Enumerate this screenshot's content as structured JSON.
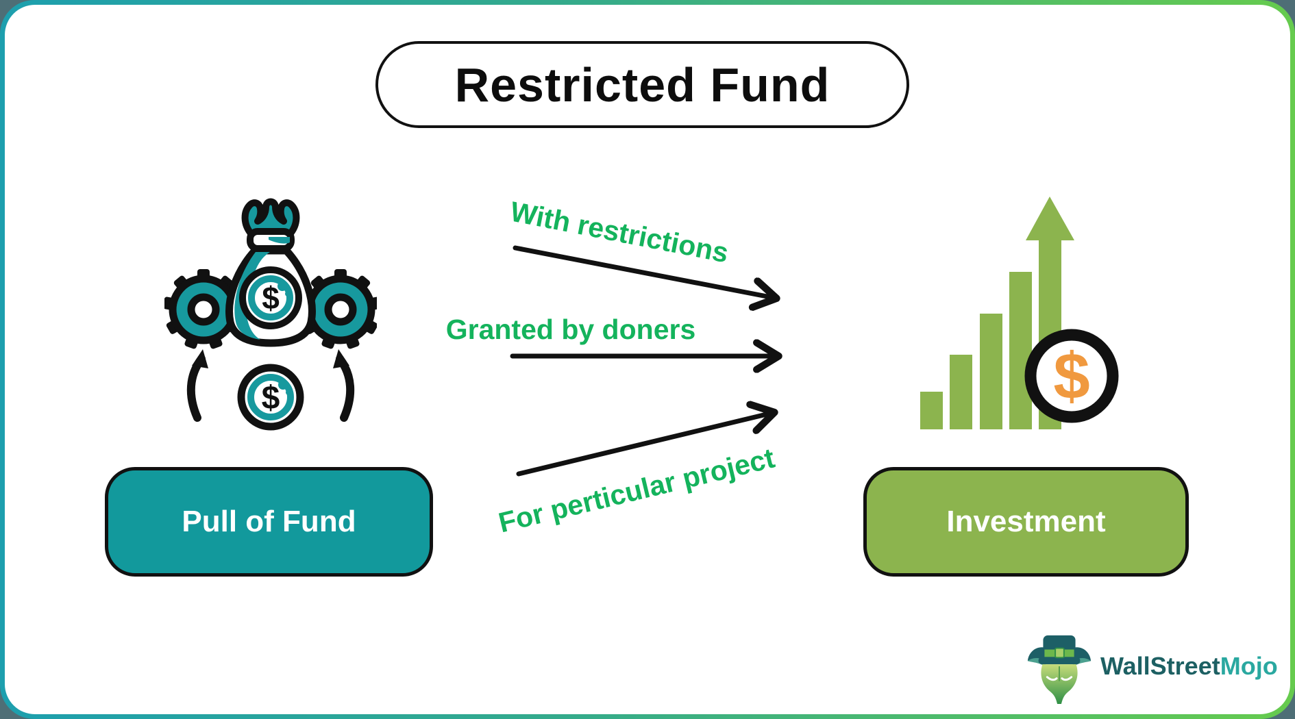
{
  "page": {
    "title": "Restricted Fund",
    "background": "#ffffff",
    "frame": {
      "border_gradient_start": "#1d9fae",
      "border_gradient_end": "#66cb4e",
      "outside_corner_color": "#4e6e76"
    }
  },
  "diagram": {
    "source_node": {
      "label": "Pull of Fund",
      "color": "#12999c",
      "icon": "money-bag-gears-icon"
    },
    "target_node": {
      "label": "Investment",
      "color": "#8cb44e",
      "icon": "growth-bar-chart-icon"
    },
    "flows": [
      {
        "label": "With restrictions"
      },
      {
        "label": "Granted by doners"
      },
      {
        "label": "For perticular project"
      }
    ],
    "flow_label_color": "#14b35c",
    "arrow_color": "#111111"
  },
  "icons": {
    "currency_symbol": "$",
    "teal_accent": "#17999e",
    "bar_green": "#8cb44e",
    "coin_dollar_orange": "#f0993f"
  },
  "branding": {
    "logo_icon": "bull-mascot-icon",
    "logo_text_primary": "WallStreet",
    "logo_text_secondary": "Mojo"
  }
}
